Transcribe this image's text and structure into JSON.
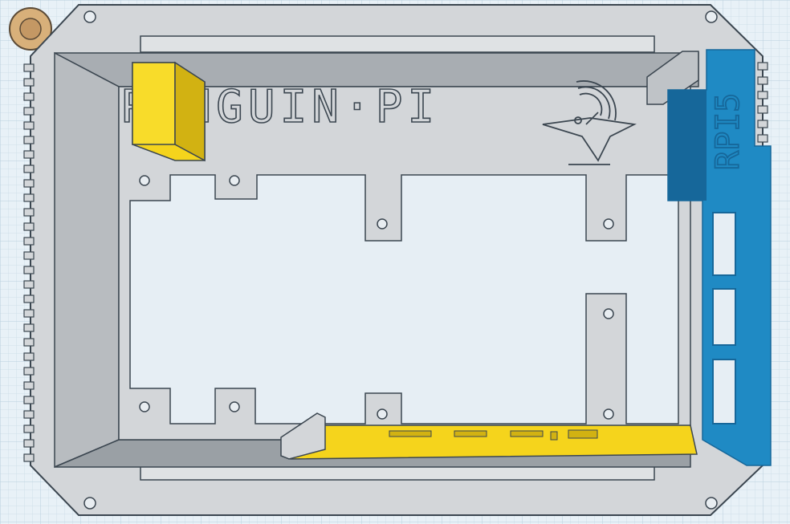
{
  "scene": {
    "engraved_title": "PENGUIN·PI",
    "side_label": "RPI5",
    "icons": [
      "penguin-antenna-logo"
    ]
  },
  "colors": {
    "grid_background": "#e8f1f7",
    "grid_line": "#c9dbe6",
    "case_light": "#d3d6d9",
    "case_mid": "#bfc3c7",
    "case_dark": "#9aa0a5",
    "outline": "#3b4650",
    "insert_yellow": "#f5d41c",
    "insert_yellow_dark": "#d2b212",
    "side_blue": "#1f8ac4",
    "side_blue_dark": "#16679a",
    "accent_tan": "#d8b07a",
    "accent_green": "#2fb24a"
  }
}
